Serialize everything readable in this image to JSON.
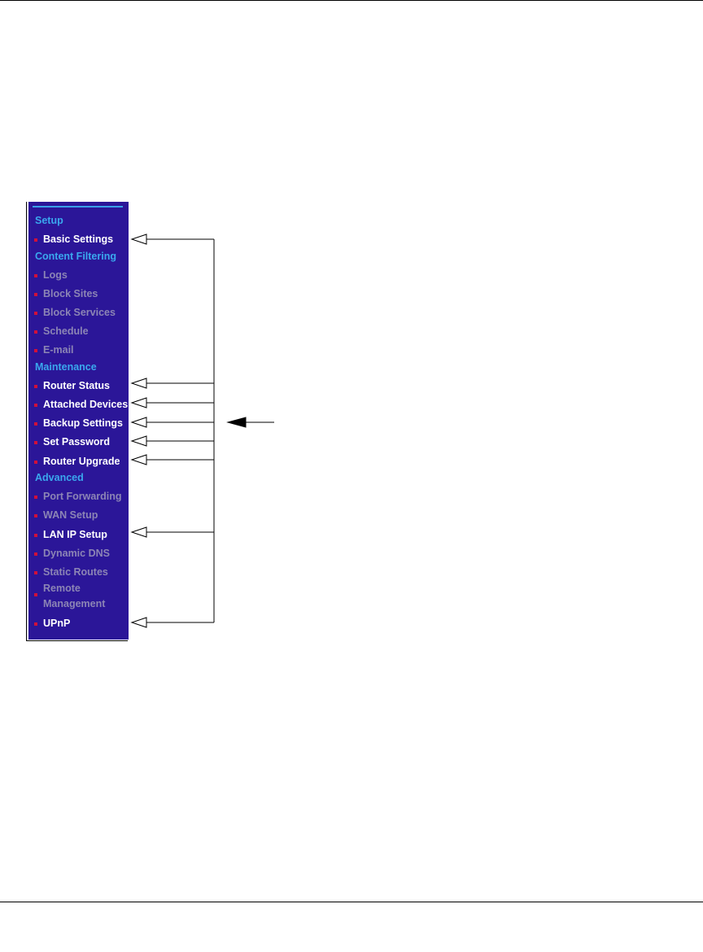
{
  "menu": {
    "sections": {
      "setup": "Setup",
      "content_filtering": "Content Filtering",
      "maintenance": "Maintenance",
      "advanced": "Advanced"
    },
    "items": {
      "basic_settings": "Basic Settings",
      "logs": "Logs",
      "block_sites": "Block Sites",
      "block_services": "Block Services",
      "schedule": "Schedule",
      "email": "E-mail",
      "router_status": "Router Status",
      "attached_devices": "Attached Devices",
      "backup_settings": "Backup Settings",
      "set_password": "Set Password",
      "router_upgrade": "Router Upgrade",
      "port_forwarding": "Port Forwarding",
      "wan_setup": "WAN Setup",
      "lan_ip_setup": "LAN IP Setup",
      "dynamic_dns": "Dynamic DNS",
      "static_routes": "Static Routes",
      "remote_management": "Remote Management",
      "upnp": "UPnP"
    }
  },
  "colors": {
    "panel_background": "#2b1698",
    "section_header": "#3aa8ee",
    "enabled_item": "#ffffff",
    "disabled_item": "#8c85b5",
    "bullet": "#d0103a"
  }
}
